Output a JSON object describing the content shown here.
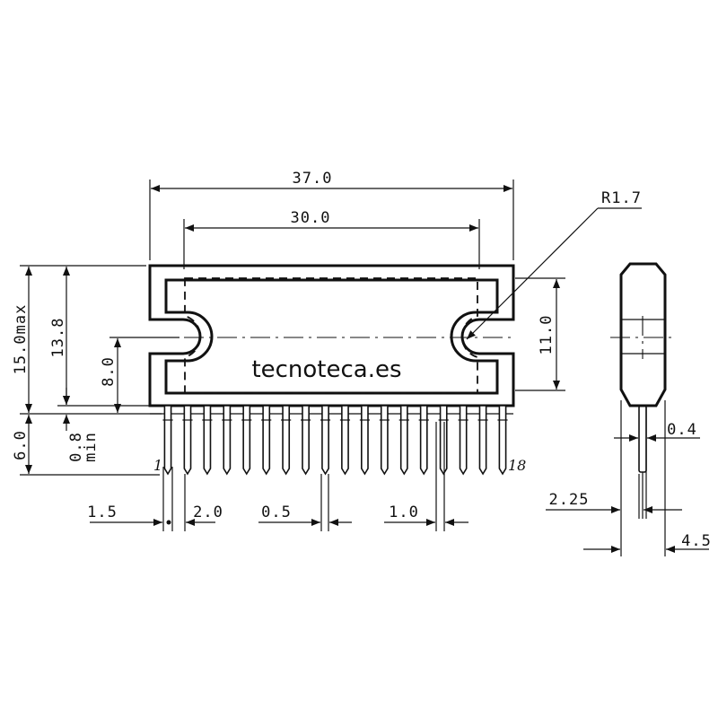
{
  "labels": {
    "overall_length": "37.0",
    "tab_hole_pitch": "30.0",
    "hole_radius": "R1.7",
    "height_max": "15.0max",
    "body_height": "13.8",
    "hole_height": "8.0",
    "side_height": "11.0",
    "lead_length": "6.0",
    "lead_standoff": "0.8",
    "lead_standoff_unit": "min",
    "pin_first": "1",
    "pin_last": "18",
    "edge_to_pin": "1.5",
    "pin_pitch": "2.0",
    "pin_width": "0.5",
    "pin_pitch_offset": "1.0",
    "lead_thickness": "0.4",
    "lead_offset": "2.25",
    "package_thickness": "4.5"
  },
  "watermark": "tecnoteca.es",
  "pin_count": 18
}
